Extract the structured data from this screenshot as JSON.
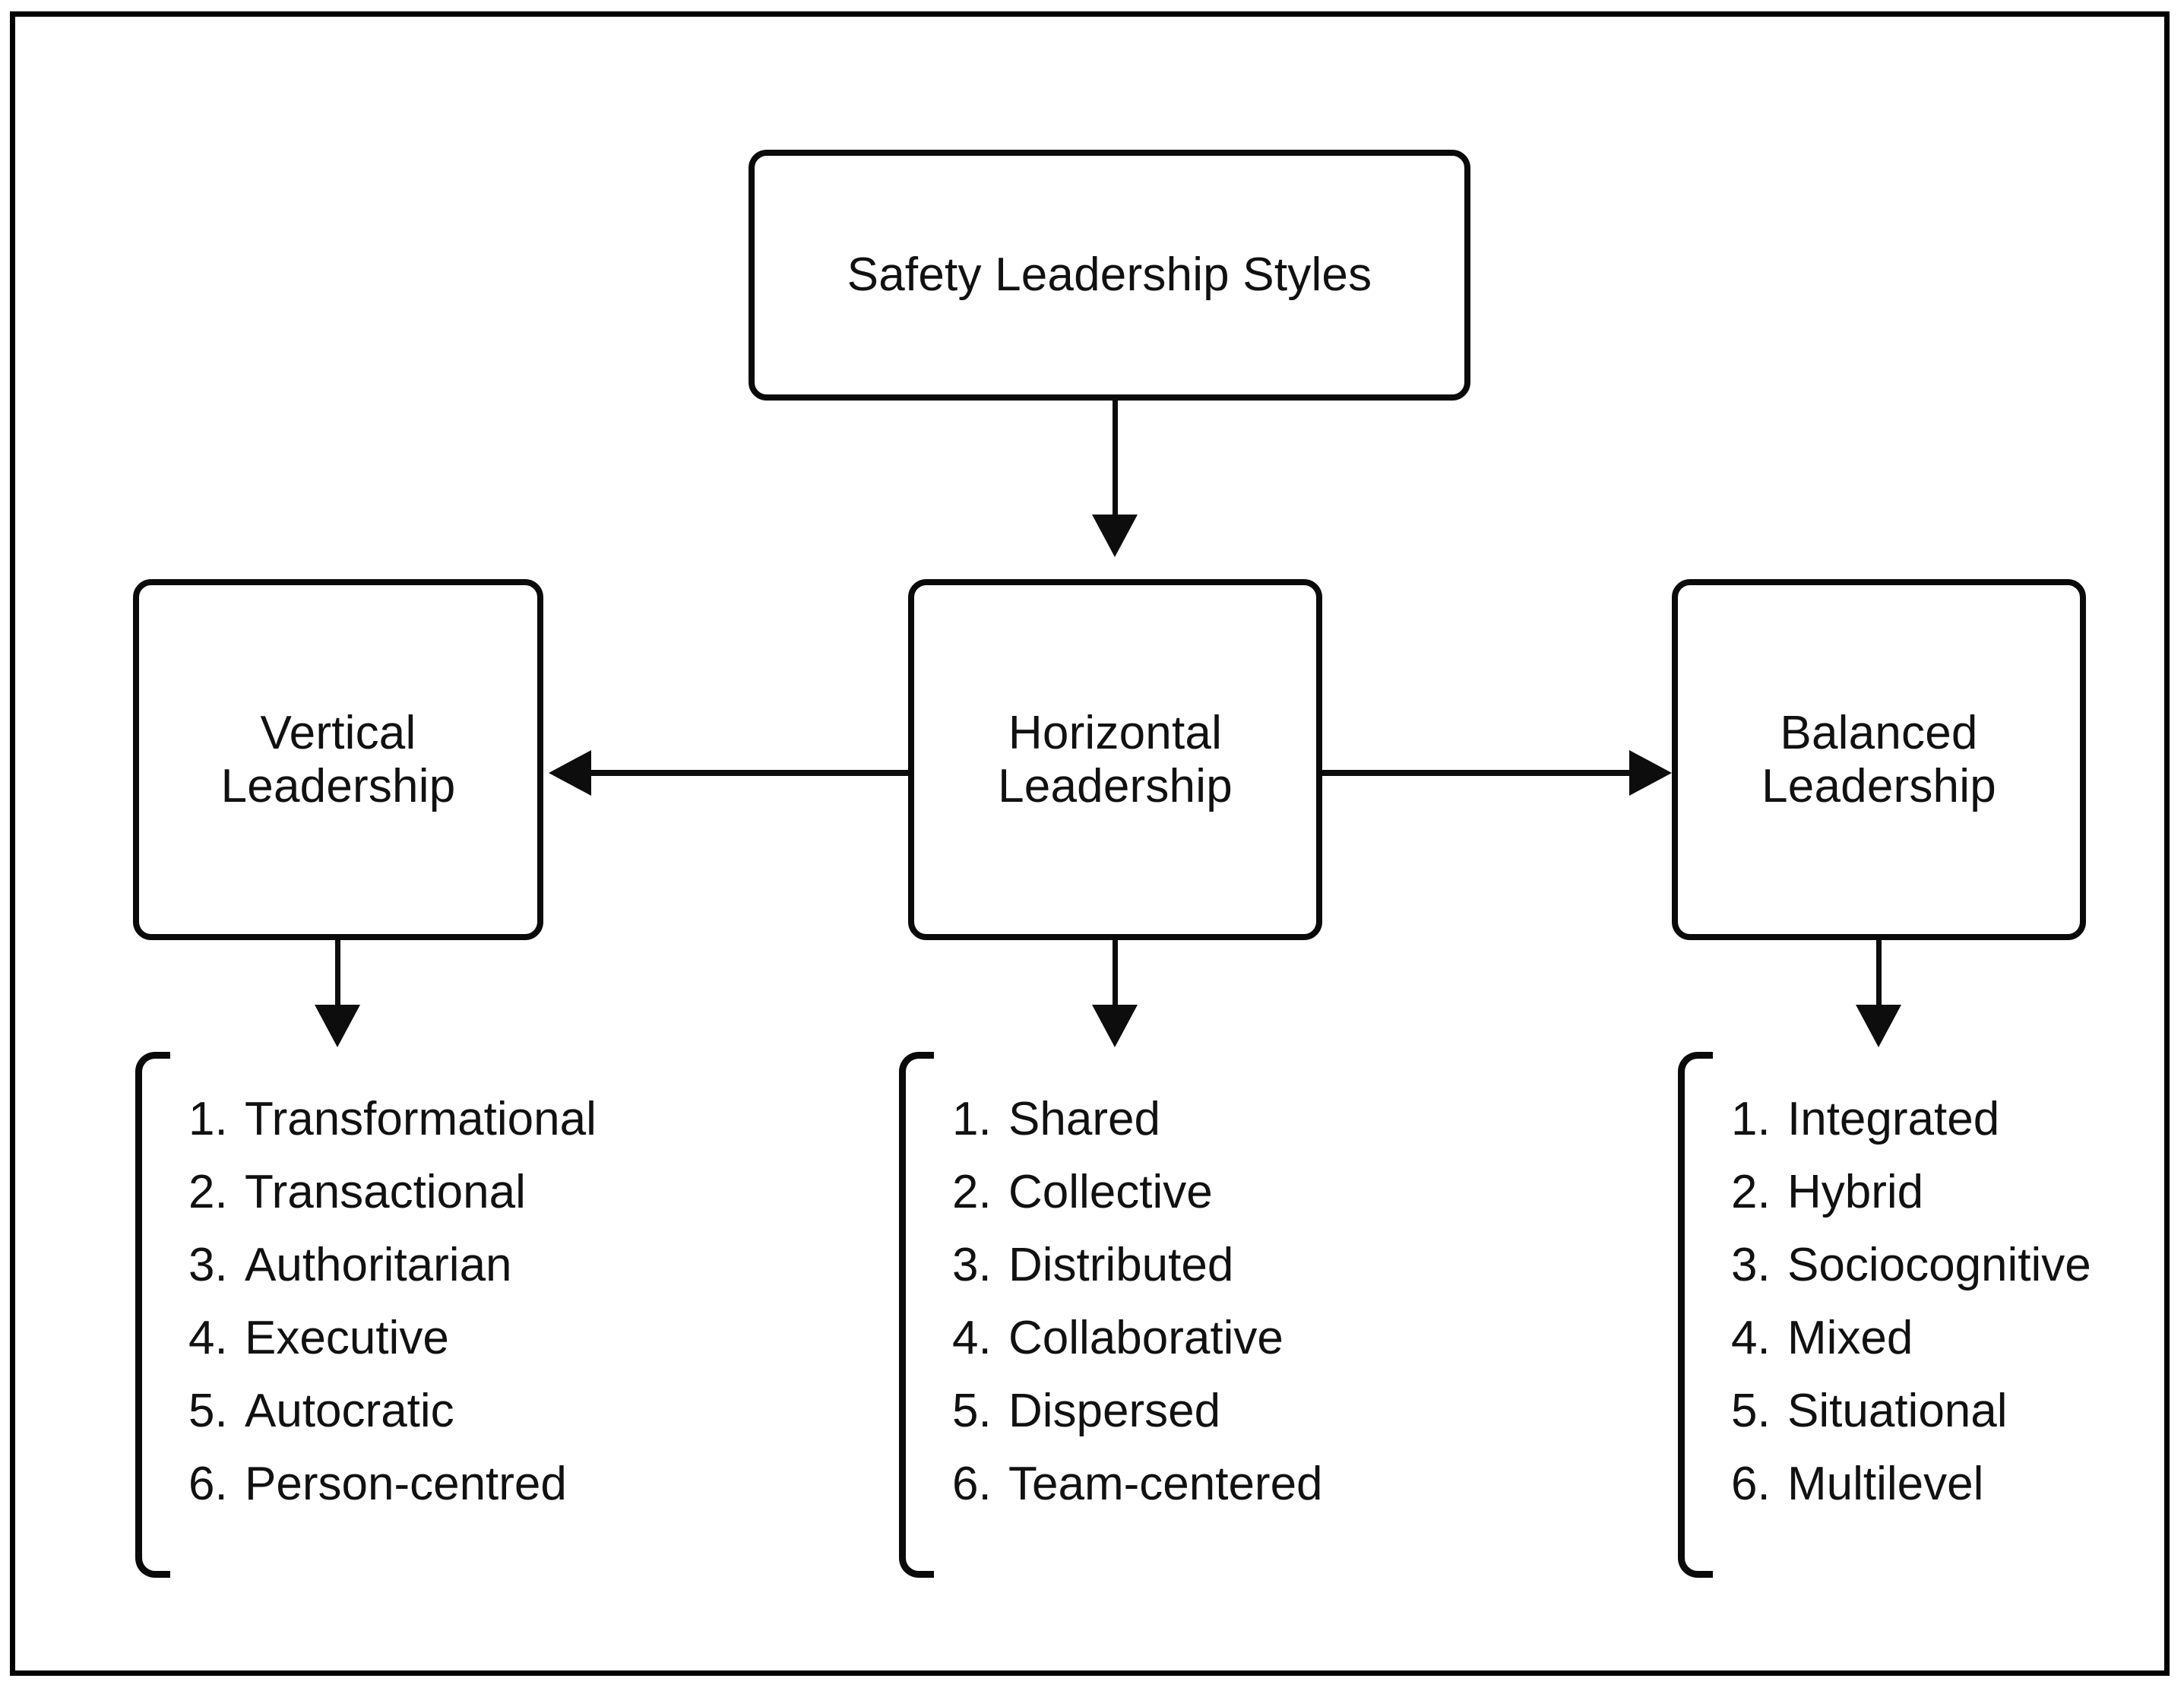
{
  "diagram": {
    "title": "Safety Leadership Styles",
    "frame_color": "#000000",
    "box_border_color": "#0a0a0a",
    "text_color": "#111111",
    "background": "#ffffff",
    "root": {
      "label": "Safety Leadership Styles"
    },
    "branches": [
      {
        "id": "vertical",
        "label": "Vertical\nLeadership",
        "items": [
          {
            "num": "1.",
            "text": "Transformational"
          },
          {
            "num": "2.",
            "text": "Transactional"
          },
          {
            "num": "3.",
            "text": "Authoritarian"
          },
          {
            "num": "4.",
            "text": "Executive"
          },
          {
            "num": "5.",
            "text": "Autocratic"
          },
          {
            "num": "6.",
            "text": "Person-centred"
          }
        ]
      },
      {
        "id": "horizontal",
        "label": "Horizontal\nLeadership",
        "items": [
          {
            "num": "1.",
            "text": "Shared"
          },
          {
            "num": "2.",
            "text": "Collective"
          },
          {
            "num": "3.",
            "text": "Distributed"
          },
          {
            "num": "4.",
            "text": "Collaborative"
          },
          {
            "num": "5.",
            "text": "Dispersed"
          },
          {
            "num": "6.",
            "text": "Team-centered"
          }
        ]
      },
      {
        "id": "balanced",
        "label": "Balanced\nLeadership",
        "items": [
          {
            "num": "1.",
            "text": "Integrated"
          },
          {
            "num": "2.",
            "text": "Hybrid"
          },
          {
            "num": "3.",
            "text": "Sociocognitive"
          },
          {
            "num": "4.",
            "text": "Mixed"
          },
          {
            "num": "5.",
            "text": "Situational"
          },
          {
            "num": "6.",
            "text": "Multilevel"
          }
        ]
      }
    ],
    "connectors": [
      {
        "id": "root-to-horizontal",
        "from": "Safety Leadership Styles",
        "to": "Horizontal Leadership",
        "direction": "down"
      },
      {
        "id": "horizontal-to-vertical",
        "from": "Horizontal Leadership",
        "to": "Vertical Leadership",
        "direction": "left"
      },
      {
        "id": "horizontal-to-balanced",
        "from": "Horizontal Leadership",
        "to": "Balanced Leadership",
        "direction": "right"
      },
      {
        "id": "vertical-to-list",
        "from": "Vertical Leadership",
        "to": "vertical styles list",
        "direction": "down"
      },
      {
        "id": "horizontal-to-list",
        "from": "Horizontal Leadership",
        "to": "horizontal styles list",
        "direction": "down"
      },
      {
        "id": "balanced-to-list",
        "from": "Balanced Leadership",
        "to": "balanced styles list",
        "direction": "down"
      }
    ]
  }
}
